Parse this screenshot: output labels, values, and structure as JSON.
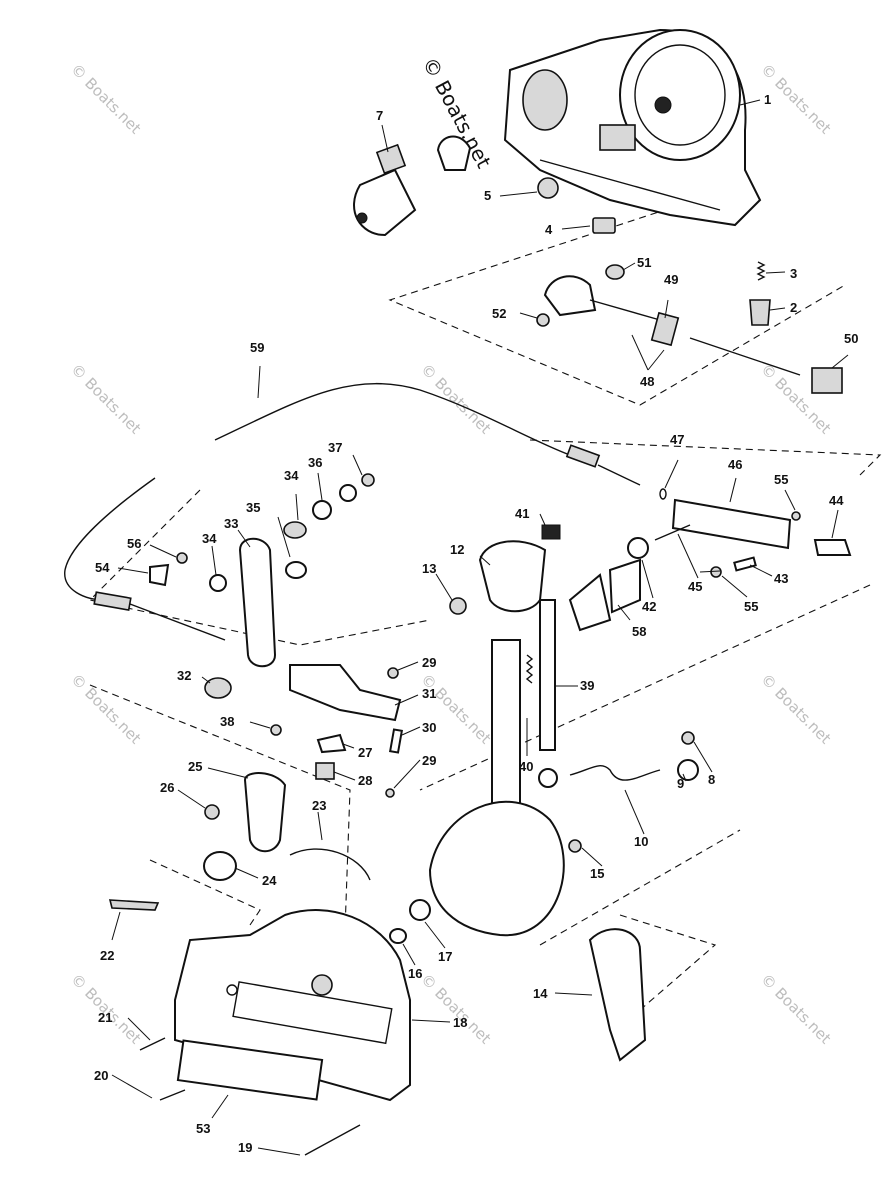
{
  "copyright": "© Boats.net",
  "watermark": "© Boats.net",
  "callouts": [
    "1",
    "2",
    "3",
    "4",
    "5",
    "7",
    "8",
    "9",
    "10",
    "12",
    "13",
    "14",
    "15",
    "16",
    "17",
    "18",
    "19",
    "20",
    "21",
    "22",
    "23",
    "24",
    "25",
    "26",
    "27",
    "28",
    "29",
    "29",
    "30",
    "31",
    "32",
    "33",
    "34",
    "34",
    "35",
    "36",
    "37",
    "38",
    "39",
    "40",
    "41",
    "42",
    "43",
    "44",
    "45",
    "46",
    "47",
    "48",
    "49",
    "50",
    "51",
    "52",
    "53",
    "54",
    "55",
    "55",
    "56",
    "58",
    "59"
  ]
}
